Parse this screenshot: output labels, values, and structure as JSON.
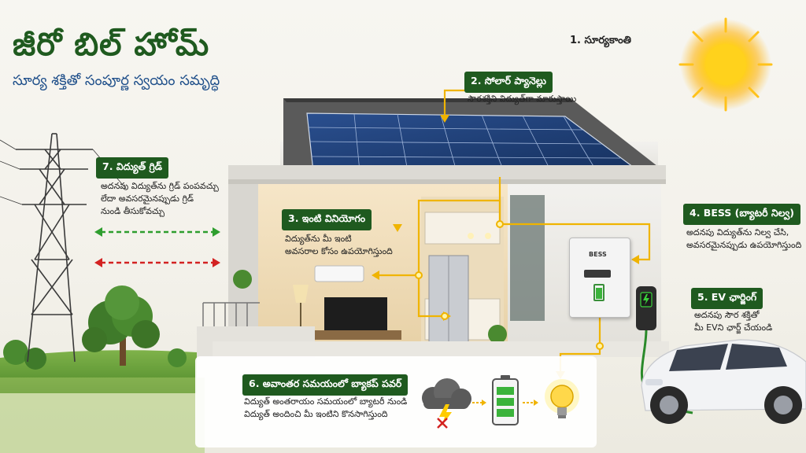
{
  "header": {
    "title": "జీరో బిల్ హోమ్",
    "subtitle": "సూర్య శక్తితో సంపూర్ణ స్వయం సమృద్ధి"
  },
  "labels": {
    "sun": {
      "title": "1. సూర్యకాంతి"
    },
    "panels": {
      "title": "2. సోలార్ ప్యానెల్లు",
      "desc": "సౌరశక్తిని విద్యుత్‌గా మారుస్తాయి"
    },
    "home_use": {
      "title": "3. ఇంటి వినియోగం",
      "desc_line1": "విద్యుత్‌ను మీ ఇంటి",
      "desc_line2": "అవసరాల కోసం ఉపయోగిస్తుంది"
    },
    "bess": {
      "title": "4. BESS (బ్యాటరీ నిల్వ)",
      "desc_line1": "అదనపు విద్యుత్‌ను నిల్వ చేసి,",
      "desc_line2": "అవసరమైనప్పుడు ఉపయోగిస్తుంది"
    },
    "ev": {
      "title": "5. EV ఛార్జింగ్",
      "desc_line1": "అదనపు సౌర శక్తితో",
      "desc_line2": "మీ EVని ఛార్జ్ చేయండి"
    },
    "backup": {
      "title": "6. అవాంతర సమయంలో బ్యాకప్ పవర్",
      "desc_line1": "విద్యుత్ అంతరాయం సమయంలో బ్యాటరీ నుండి",
      "desc_line2": "విద్యుత్ అందించి మీ ఇంటిని కొనసాగిస్తుంది"
    },
    "grid": {
      "title": "7. విద్యుత్ గ్రిడ్",
      "desc_line1": "అదనపు విద్యుత్‌ను గ్రిడ్ పంపవచ్చు",
      "desc_line2": "లేదా అవసరమైనప్పుడు గ్రిడ్",
      "desc_line3": "నుండి తీసుకోవచ్చు"
    }
  },
  "devices": {
    "bess_label": "BESS"
  },
  "icons": [
    "sun-icon",
    "storm-cloud-icon",
    "battery-icon",
    "light-bulb-icon",
    "transmission-tower-icon",
    "ev-charger-icon",
    "car-icon"
  ],
  "colors": {
    "title_green": "#1f5a1f",
    "subtitle_blue": "#1f4f8a",
    "flow_yellow": "#f0b400",
    "export_green": "#2e9e2e",
    "import_red": "#d32222"
  }
}
